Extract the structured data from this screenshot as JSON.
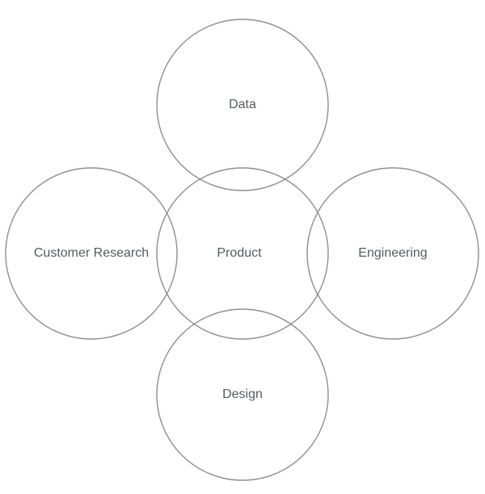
{
  "diagram": {
    "type": "overlapping-circles",
    "stroke_color": "#8f8f8f",
    "text_color": "#555a61",
    "nodes": [
      {
        "id": "data",
        "label": "Data"
      },
      {
        "id": "customer-research",
        "label": "Customer Research"
      },
      {
        "id": "product",
        "label": "Product"
      },
      {
        "id": "engineering",
        "label": "Engineering"
      },
      {
        "id": "design",
        "label": "Design"
      }
    ]
  }
}
